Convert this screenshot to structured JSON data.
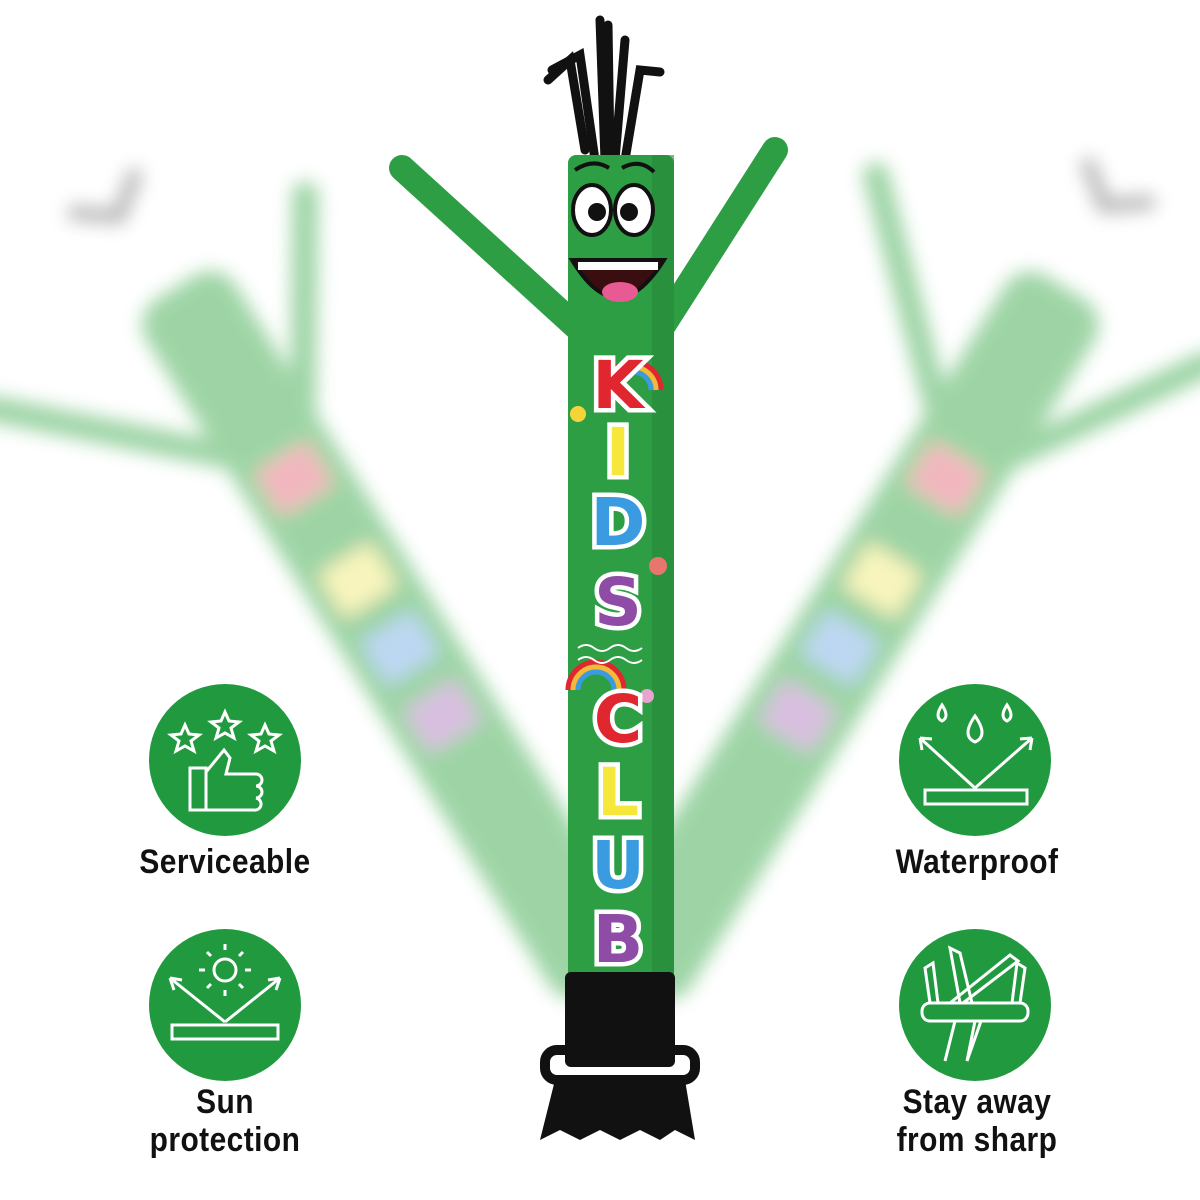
{
  "product": {
    "tube_text": [
      "K",
      "I",
      "D",
      "S",
      "C",
      "L",
      "U",
      "B"
    ],
    "tube_text_full": "KIDS CLUB",
    "letter_colors": [
      "#e0262f",
      "#f5e83a",
      "#3a9be0",
      "#8e4ca6",
      "#e0262f",
      "#f5e83a",
      "#3a9be0",
      "#8e4ca6"
    ],
    "tube_color": "#2e9e45",
    "base_color": "#111111"
  },
  "features": [
    {
      "icon": "thumbs-up-stars-icon",
      "label": "Serviceable"
    },
    {
      "icon": "sun-reflect-icon",
      "label_lines": [
        "Sun",
        "protection"
      ]
    },
    {
      "icon": "water-drops-reflect-icon",
      "label": "Waterproof"
    },
    {
      "icon": "multitool-knife-icon",
      "label_lines": [
        "Stay away",
        "from sharp"
      ]
    }
  ],
  "colors": {
    "badge": "#219a3f",
    "text": "#111111"
  }
}
